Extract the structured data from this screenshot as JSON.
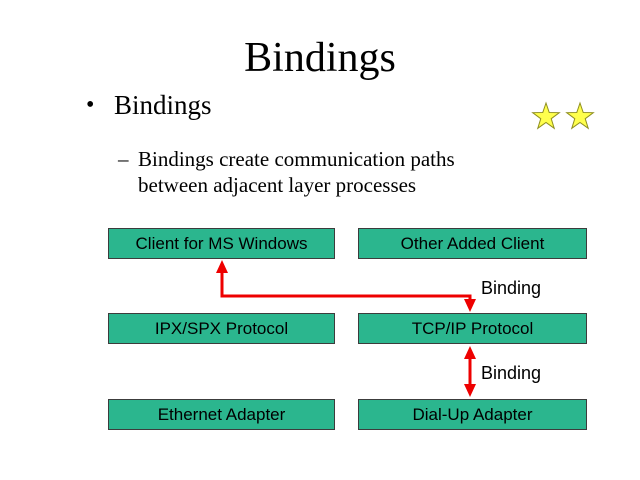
{
  "slide": {
    "title": "Bindings",
    "bullet": {
      "marker": "•",
      "text": "Bindings"
    },
    "sub_bullet": {
      "marker": "–",
      "line1": "Bindings create communication paths",
      "line2": "between adjacent layer processes"
    }
  },
  "diagram": {
    "boxes": [
      {
        "label": "Client for MS Windows"
      },
      {
        "label": "Other Added Client"
      },
      {
        "label": "IPX/SPX Protocol"
      },
      {
        "label": "TCP/IP Protocol"
      },
      {
        "label": "Ethernet Adapter"
      },
      {
        "label": "Dial-Up Adapter"
      }
    ],
    "labels": {
      "binding1": "Binding",
      "binding2": "Binding"
    }
  },
  "icons": {
    "star_count": "2"
  },
  "colors": {
    "box_fill": "#2BB68E",
    "arrow": "#EE0000",
    "star_fill": "#FFFF4D",
    "star_stroke": "#8F8F1F",
    "text": "#000000",
    "background": "#FFFFFF"
  }
}
